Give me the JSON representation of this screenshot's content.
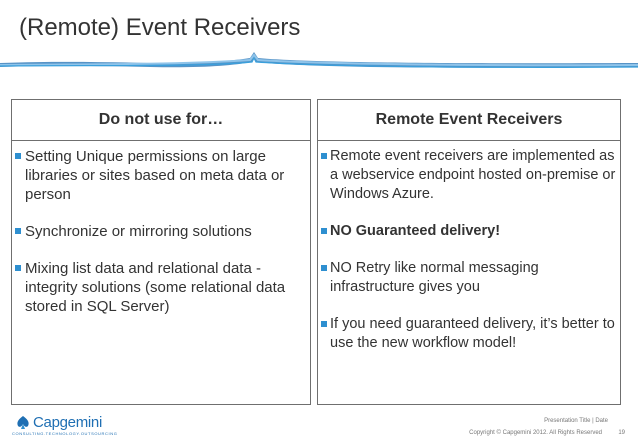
{
  "slide": {
    "title": "(Remote) Event Receivers"
  },
  "left_column": {
    "heading": "Do not use for…",
    "bullets": [
      {
        "text": "Setting Unique permissions on large libraries or sites based on meta data or person"
      },
      {
        "text": "Synchronize or mirroring solutions"
      },
      {
        "text": "Mixing list data and relational data - integrity solutions (some relational data stored in SQL Server)"
      }
    ]
  },
  "right_column": {
    "heading": "Remote Event Receivers",
    "bullets": [
      {
        "text": "Remote event receivers are implemented as a webservice endpoint hosted on-premise or Windows Azure."
      },
      {
        "text": "NO Guaranteed delivery!"
      },
      {
        "text": "NO Retry like normal messaging infrastructure gives you"
      },
      {
        "text": "If you need guaranteed delivery, it’s better to use the new workflow model!"
      }
    ]
  },
  "footer": {
    "logo_text": "Capgemini",
    "logo_tagline": "CONSULTING.TECHNOLOGY.OUTSOURCING",
    "meta": "Presentation Title | Date",
    "copyright": "Copyright © Capgemini 2012. All Rights Reserved",
    "page_number": "19"
  },
  "colors": {
    "accent": "#2e8fd0",
    "brand": "#1f6fb3",
    "text": "#333333",
    "border": "#6f6f6f"
  },
  "icons": {
    "logo_mark": "capgemini-spade-icon",
    "bullet": "square-bullet-icon"
  }
}
